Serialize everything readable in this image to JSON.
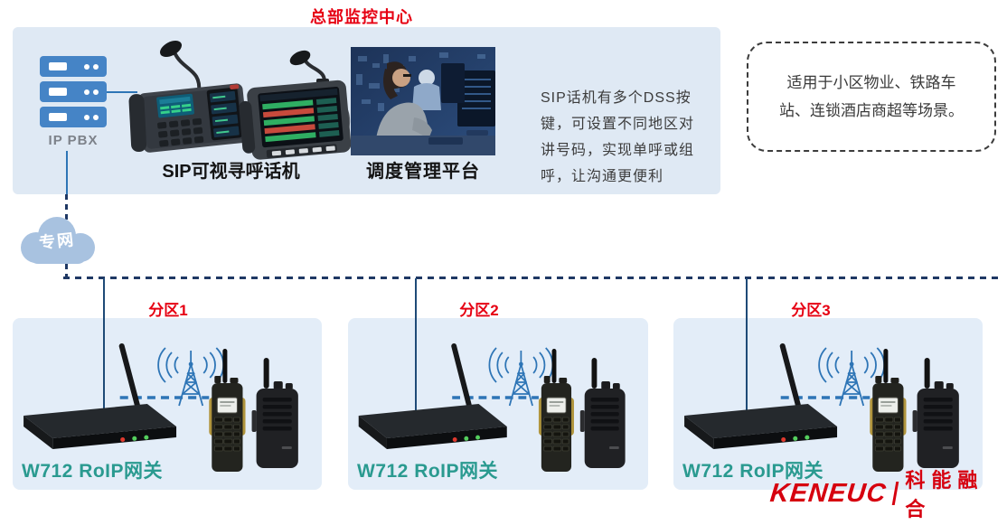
{
  "page": {
    "title": "总部监控中心"
  },
  "headquarters": {
    "ip_pbx_label": "IP PBX",
    "sip_phone_label": "SIP可视寻呼话机",
    "dispatch_platform_label": "调度管理平台",
    "description": "SIP话机有多个DSS按键，可设置不同地区对讲号码，实现单呼或组呼，让沟通更便利"
  },
  "scenario_note": "适用于小区物业、铁路车站、连锁酒店商超等场景。",
  "network": {
    "cloud_label": "专网"
  },
  "zones": [
    {
      "label": "分区1",
      "gateway_label": "W712 RoIP网关"
    },
    {
      "label": "分区2",
      "gateway_label": "W712 RoIP网关"
    },
    {
      "label": "分区3",
      "gateway_label": "W712 RoIP网关"
    }
  ],
  "brand": {
    "name": "KENEUC",
    "name_cn": "科能融合"
  },
  "icons": {
    "ip-pbx-icon": "server-stack",
    "private-network-cloud-icon": "cloud",
    "rf-tower-icon": "antenna-tower-with-waves",
    "gateway-icon": "black-router-with-antenna",
    "radio-icon": "walkie-talkie"
  },
  "colors": {
    "accent_red": "#e60012",
    "brand_red": "#d6000f",
    "gateway_teal": "#2a9a90",
    "line_navy": "#1f3864",
    "link_blue": "#2e75b6",
    "panel_blue": "#dfe9f4",
    "cloud_blue": "#a8c2e0",
    "pbx_blue": "#4584c6"
  }
}
